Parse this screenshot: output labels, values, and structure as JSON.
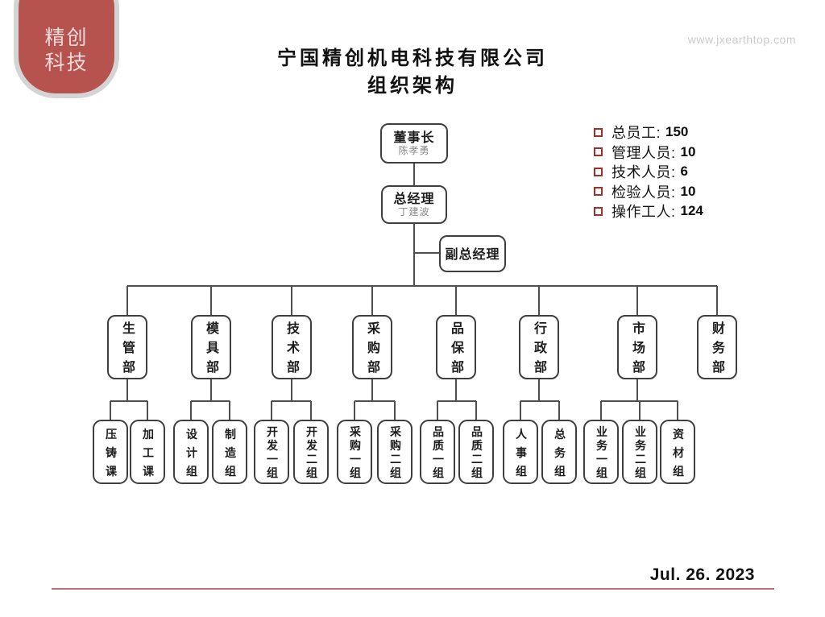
{
  "page": {
    "watermark": "www.jxearthtop.com",
    "date": "Jul. 26. 2023"
  },
  "logo": {
    "line1": "精创",
    "line2": "科技"
  },
  "title": {
    "line1": "宁国精创机电科技有限公司",
    "line2": "组织架构"
  },
  "stats": {
    "items": [
      {
        "label": "总员工:",
        "value": "150"
      },
      {
        "label": "管理人员:",
        "value": "10"
      },
      {
        "label": "技术人员:",
        "value": "6"
      },
      {
        "label": "检验人员:",
        "value": "10"
      },
      {
        "label": "操作工人:",
        "value": "124"
      }
    ]
  },
  "org": {
    "chairman": {
      "title": "董事长",
      "name": "陈孝勇"
    },
    "general_manager": {
      "title": "总经理",
      "name": "丁建波"
    },
    "deputy_general_manager": {
      "title": "副总经理"
    },
    "departments": [
      {
        "label": "生管部",
        "children": [
          "压铸课",
          "加工课"
        ]
      },
      {
        "label": "模具部",
        "children": [
          "设计组",
          "制造组"
        ]
      },
      {
        "label": "技术部",
        "children": [
          "开发一组",
          "开发二组"
        ]
      },
      {
        "label": "采购部",
        "children": [
          "采购一组",
          "采购二组"
        ]
      },
      {
        "label": "品保部",
        "children": [
          "品质一组",
          "品质二组"
        ]
      },
      {
        "label": "行政部",
        "children": [
          "人事组",
          "总务组"
        ]
      },
      {
        "label": "市场部",
        "children": [
          "业务一组",
          "业务二组",
          "资材组"
        ]
      },
      {
        "label": "财务部",
        "children": []
      }
    ]
  }
}
